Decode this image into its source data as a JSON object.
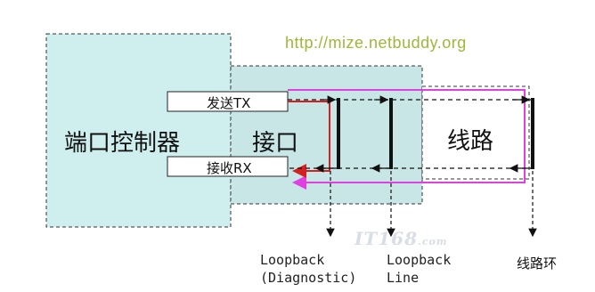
{
  "watermark": {
    "url": "http://mize.netbuddy.org",
    "logo": "IT168",
    "logo_suffix": ".com"
  },
  "boxes": {
    "port_controller": "端口控制器",
    "interface": "接口",
    "line": "线路",
    "send": "发送TX",
    "receive": "接收RX"
  },
  "loopbacks": {
    "diagnostic": {
      "line1": "Loopback",
      "line2": "(Diagnostic)"
    },
    "line": {
      "line1": "Loopback",
      "line2": "Line"
    },
    "line_loop": "线路环"
  },
  "colors": {
    "controller_fill": "#cfeeee",
    "interface_fill": "#c8e6e6",
    "signal_pink": "#e040e0",
    "signal_red": "#d42020",
    "url_green": "#9db83a"
  }
}
